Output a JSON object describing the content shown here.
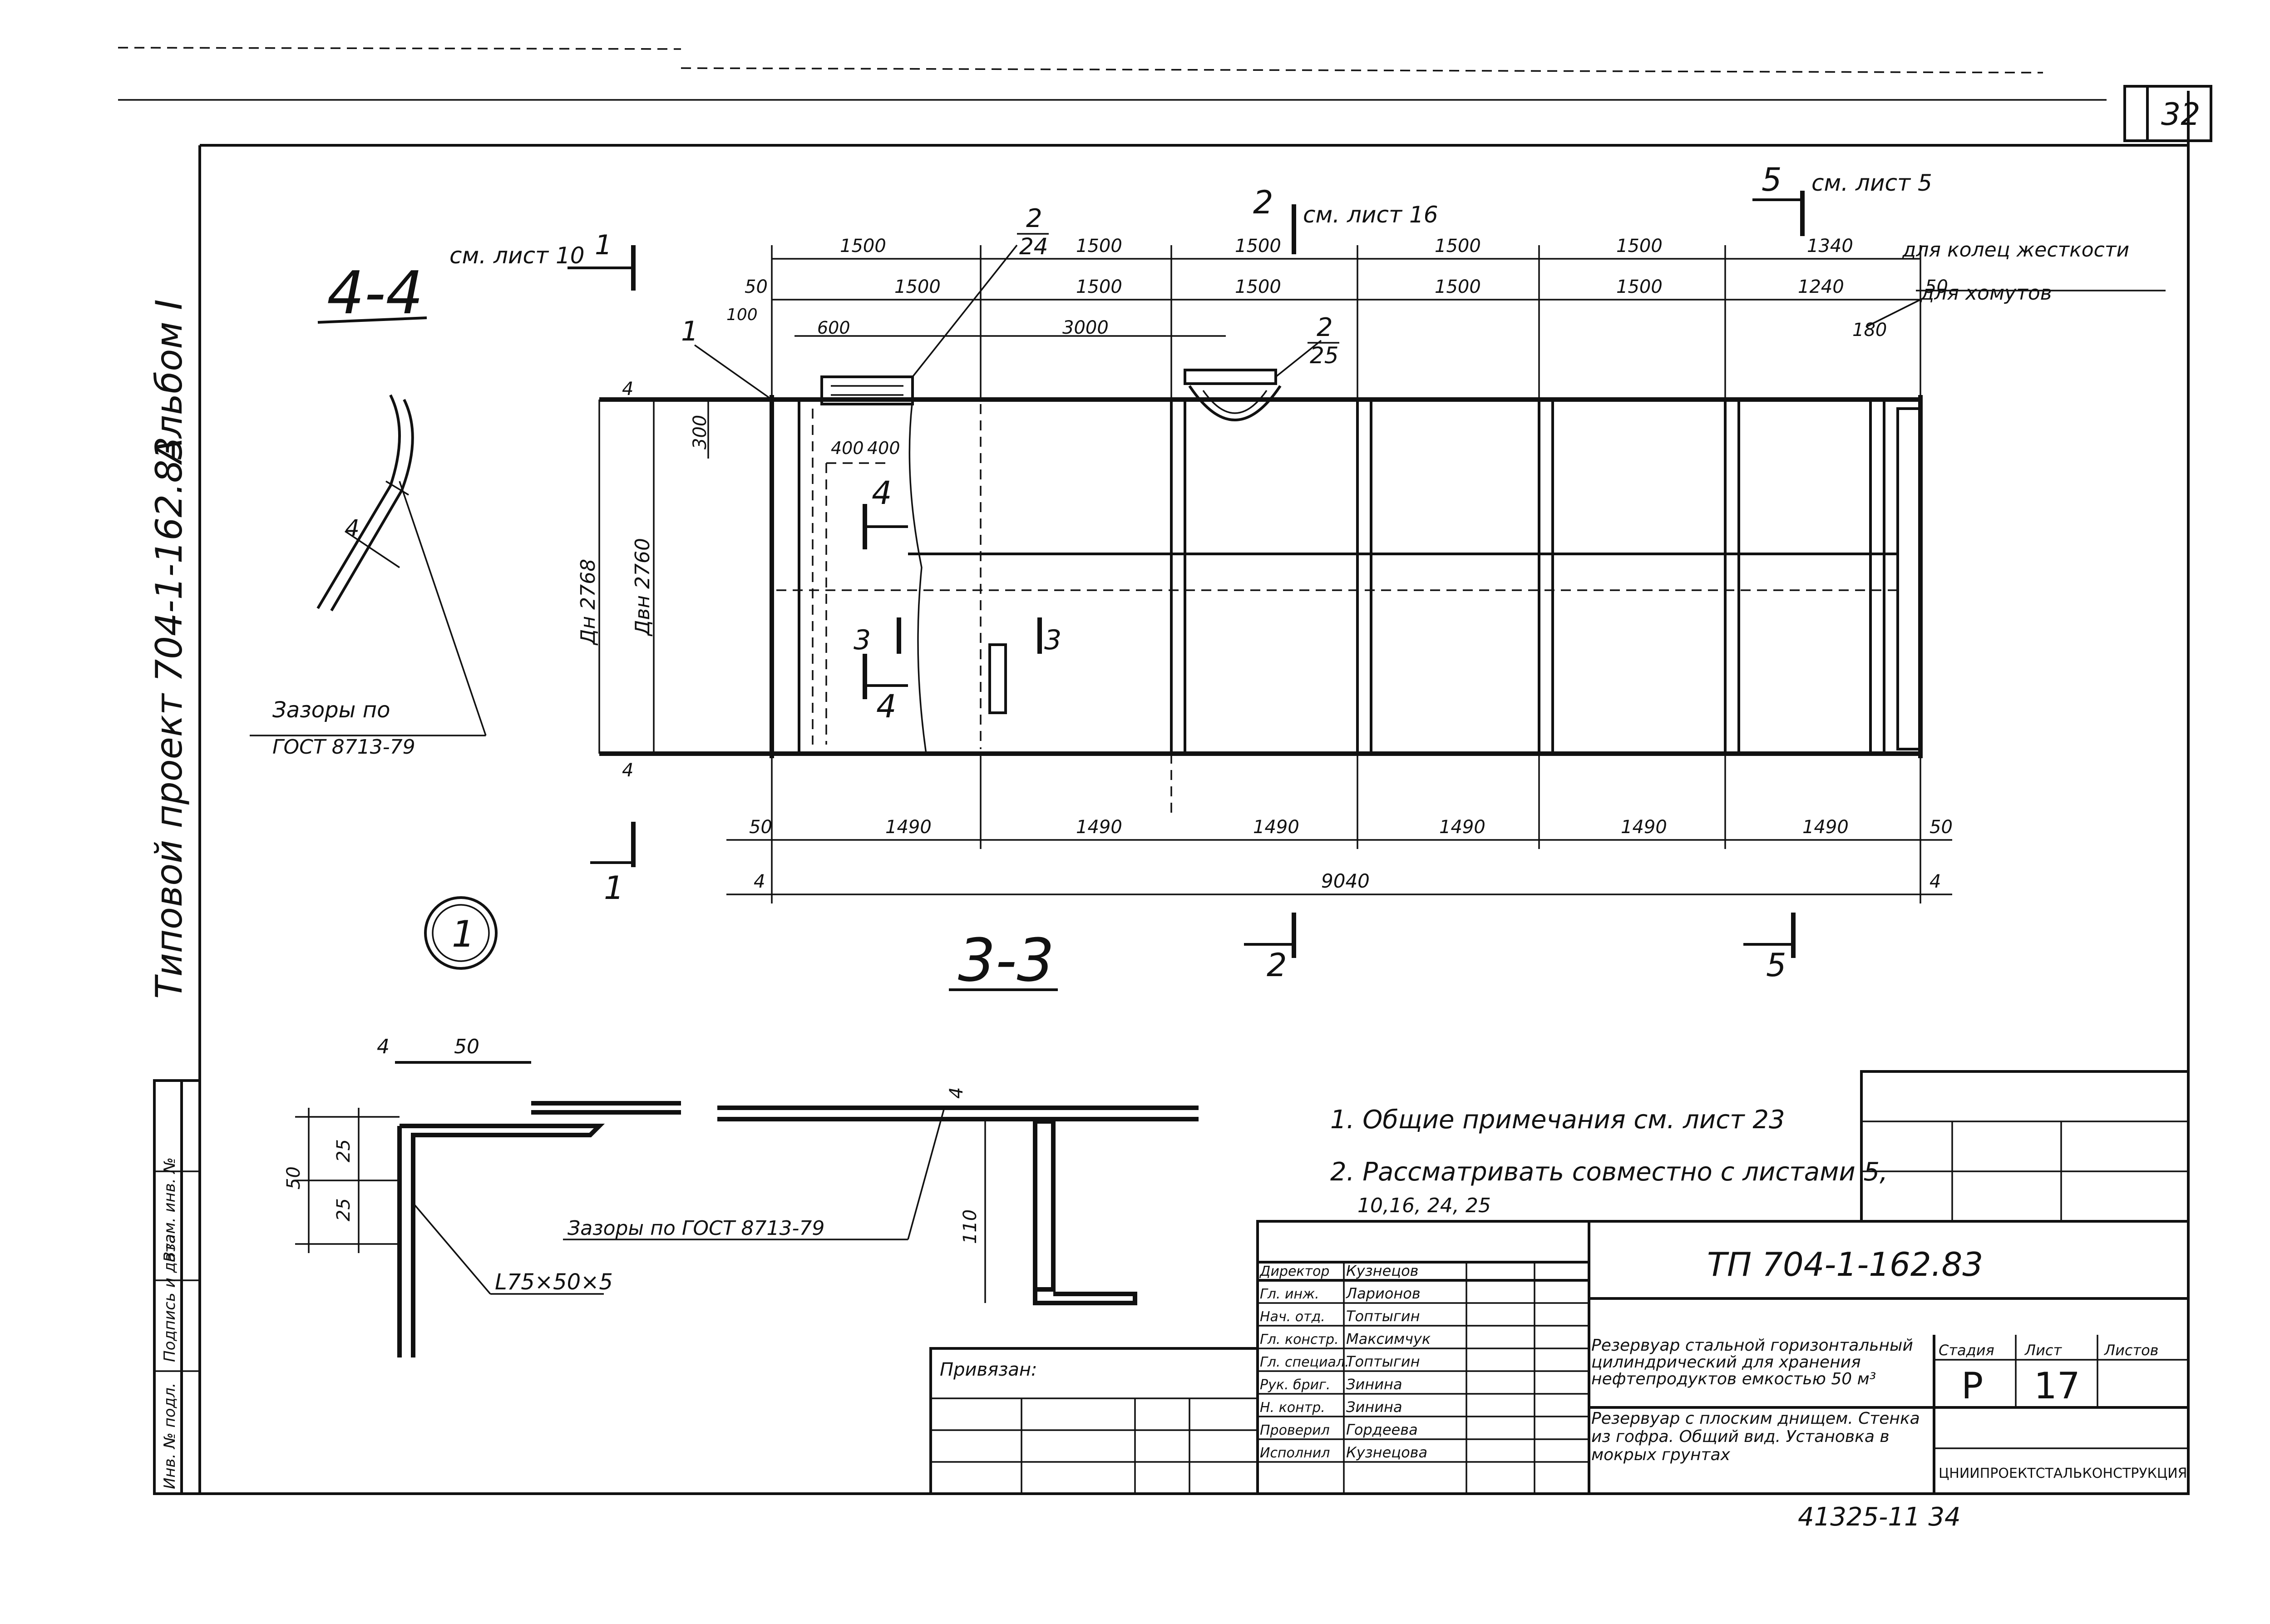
{
  "sheet": {
    "corner_number": "32",
    "side_project": "Типовой проект 704-1-162.83",
    "side_album": "Альбом I",
    "circle_label": "1"
  },
  "side_stamp": {
    "labels": [
      "Инв. № подл.",
      "Подпись и дата",
      "Взам. инв. №"
    ]
  },
  "section_44": {
    "title": "4-4",
    "gap_note_line1": "Зазоры по",
    "gap_note_line2": "ГОСТ 8713-79",
    "dim_4": "4"
  },
  "section_33": {
    "title": "3-3",
    "ref_top_left": "см. лист 10",
    "ref_top_mid": "см. лист 16",
    "ref_top_right": "см. лист 5",
    "note_top_right_1": "для колец жесткости",
    "note_top_right_2": "для хомутов",
    "top_dims_row1": [
      "1500",
      "1500",
      "1500",
      "1500",
      "1500",
      "1340"
    ],
    "top_dims_row2": [
      "1500",
      "1500",
      "1500",
      "1500",
      "1500",
      "1240"
    ],
    "dim_50_left": "50",
    "dim_50_right": "50",
    "dim_100": "100",
    "dim_180": "180",
    "dim_600": "600",
    "dim_3000": "3000",
    "dim_300": "300",
    "dim_400a": "400",
    "dim_400b": "400",
    "dim_dn": "Дн 2768",
    "dim_dvn": "Двн 2760",
    "dim_4_top": "4",
    "dim_4_bottom": "4",
    "bottom_dims": [
      "1490",
      "1490",
      "1490",
      "1490",
      "1490",
      "1490"
    ],
    "bottom_50_left": "50",
    "bottom_50_right": "50",
    "overall": "9040",
    "overall_4_left": "4",
    "overall_4_right": "4",
    "cut_1": "1",
    "cut_2": "2",
    "cut_3": "3",
    "cut_4": "4",
    "cut_5": "5",
    "callout_1": "1",
    "callout_2_24_num": "2",
    "callout_2_24_den": "24",
    "callout_2_25_num": "2",
    "callout_2_25_den": "25"
  },
  "detail": {
    "dim_4": "4",
    "dim_50_top": "50",
    "dim_50_side": "50",
    "dim_25a": "25",
    "dim_25b": "25",
    "angle": "L75×50×5",
    "gap_note": "Зазоры по ГОСТ 8713-79",
    "dim_4_tee": "4",
    "dim_110": "110"
  },
  "notes": {
    "n1": "1. Общие примечания см. лист 23",
    "n2": "2. Рассматривать совместно с листами 5,",
    "n2b": "10,16, 24, 25"
  },
  "title_block": {
    "designation": "ТП 704-1-162.83",
    "sign_rows": [
      {
        "role": "Директор",
        "name": "Кузнецов"
      },
      {
        "role": "Гл. инж.",
        "name": "Ларионов"
      },
      {
        "role": "Нач. отд.",
        "name": "Топтыгин"
      },
      {
        "role": "Гл. констр.",
        "name": "Максимчук"
      },
      {
        "role": "Гл. специал.",
        "name": "Топтыгин"
      },
      {
        "role": "Рук. бриг.",
        "name": "Зинина"
      },
      {
        "role": "Н. контр.",
        "name": "Зинина"
      },
      {
        "role": "Проверил",
        "name": "Гордеева"
      },
      {
        "role": "Исполнил",
        "name": "Кузнецова"
      }
    ],
    "object_title": "Резервуар стальной горизонтальный цилиндрический для хранения нефтепродуктов емкостью 50 м³",
    "sheet_title": "Резервуар с плоским днищем. Стенка из гофра. Общий вид. Установка в мокрых грунтах",
    "stage_label": "Стадия",
    "sheet_label": "Лист",
    "sheets_label": "Листов",
    "stage": "Р",
    "sheet_no": "17",
    "org": "ЦНИИПРОЕКТСТАЛЬКОНСТРУКЦИЯ",
    "privyazan": "Привязан:",
    "bottom_code": "41325-11 34"
  }
}
